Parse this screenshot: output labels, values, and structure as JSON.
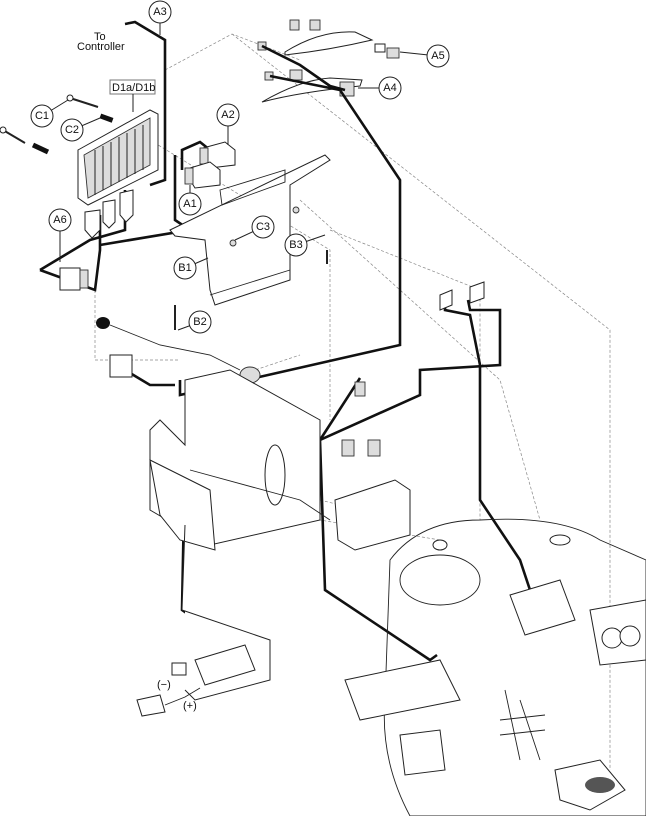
{
  "labels": {
    "to_controller_line1": "To",
    "to_controller_line2": "Controller",
    "module": "D1a/D1b",
    "negative": "(−)",
    "positive": "(+)"
  },
  "callouts": [
    "A3",
    "A5",
    "A4",
    "A2",
    "A1",
    "C1",
    "C2",
    "A6",
    "C3",
    "B3",
    "B1",
    "B2"
  ]
}
